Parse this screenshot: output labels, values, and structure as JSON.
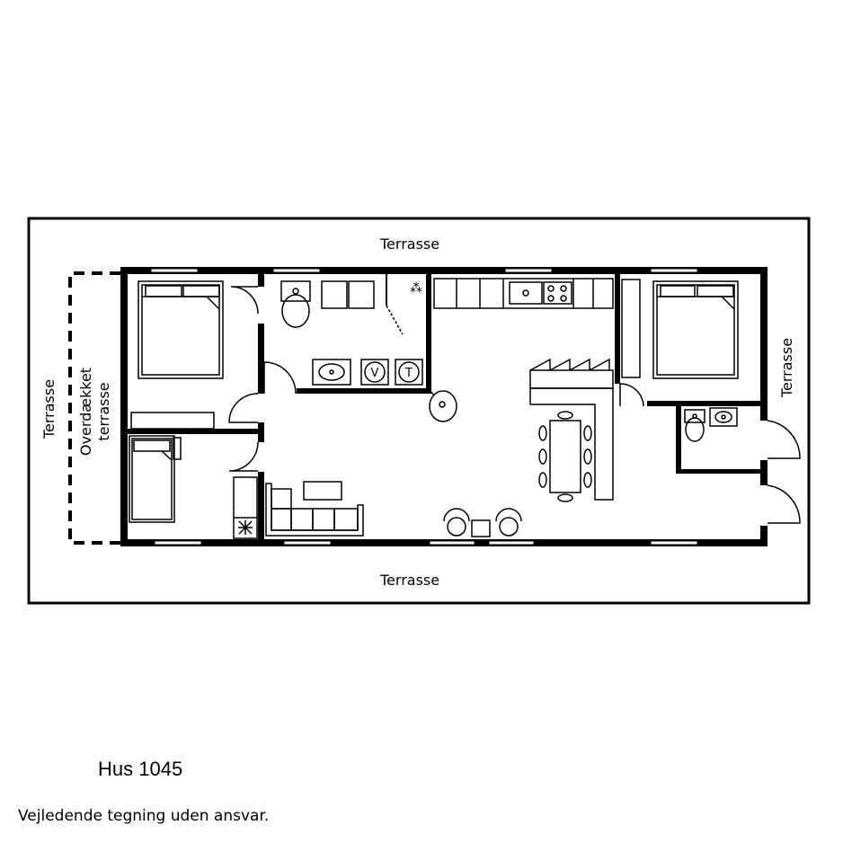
{
  "labels": {
    "terrace_top": "Terrasse",
    "terrace_bottom": "Terrasse",
    "terrace_left": "Terrasse",
    "terrace_right": "Terrasse",
    "covered_terrace_line1": "Overdækket",
    "covered_terrace_line2": "terrasse"
  },
  "footer": {
    "title": "Hus 1045",
    "disclaimer": "Vejledende tegning uden ansvar."
  },
  "colors": {
    "line": "#000000",
    "background": "#ffffff"
  }
}
